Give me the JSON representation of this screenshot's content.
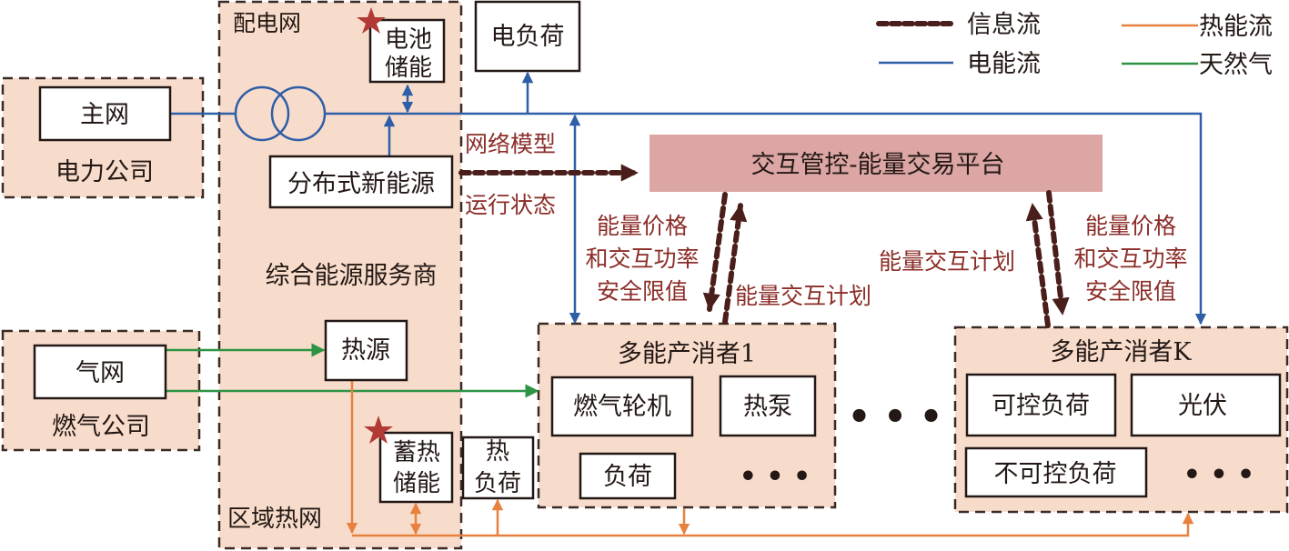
{
  "legend": {
    "info_flow": "信息流",
    "electric_flow": "电能流",
    "heat_flow": "热能流",
    "gas_flow": "天然气"
  },
  "colors": {
    "region_fill": "#f8dccb",
    "platform_fill": "#dba6a3",
    "info": "#4a1e1a",
    "electric": "#2f5ea8",
    "heat": "#e8813f",
    "gas": "#2e9444",
    "star": "#b23a36",
    "annotation": "#8b2d28"
  },
  "power_company": {
    "label": "电力公司",
    "main_grid": "主网"
  },
  "gas_company": {
    "label": "燃气公司",
    "gas_grid": "气网"
  },
  "service_provider": {
    "label": "综合能源服务商",
    "distribution_grid": "配电网",
    "battery_storage_line1": "电池",
    "battery_storage_line2": "储能",
    "distributed_renewable": "分布式新能源",
    "heat_source": "热源",
    "heat_storage_line1": "蓄热",
    "heat_storage_line2": "储能",
    "district_heating": "区域热网"
  },
  "electric_load": "电负荷",
  "heat_load_line1": "热",
  "heat_load_line2": "负荷",
  "platform": {
    "label": "交互管控-能量交易平台"
  },
  "annotations": {
    "network_model": "网络模型",
    "operating_state": "运行状态",
    "price_line1": "能量价格",
    "price_line2": "和交互功率",
    "price_line3": "安全限值",
    "plan": "能量交互计划"
  },
  "prosumer_1": {
    "title": "多能产消者1",
    "gas_turbine": "燃气轮机",
    "heat_pump": "热泵",
    "load": "负荷",
    "ellipsis": "• • •"
  },
  "prosumer_k": {
    "title": "多能产消者K",
    "controllable_load": "可控负荷",
    "pv": "光伏",
    "uncontrollable_load": "不可控负荷",
    "ellipsis": "• • •"
  },
  "between_ellipsis": "• • •"
}
